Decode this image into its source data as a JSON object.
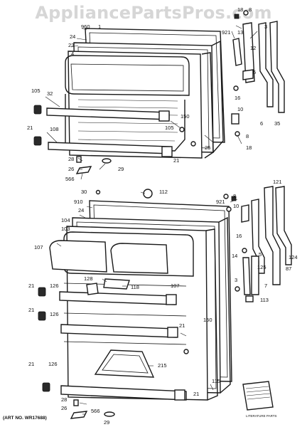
{
  "watermark": "AppliancePartsPros.com",
  "art_number": "(ART NO. WR17688)",
  "upper_callouts": [
    "18",
    "8",
    "960",
    "1",
    "3",
    "24",
    "921",
    "13",
    "23",
    "4",
    "12",
    "105",
    "32",
    "5",
    "16",
    "150",
    "10",
    "6",
    "35",
    "8",
    "21",
    "108",
    "105",
    "25",
    "18",
    "28",
    "26",
    "29",
    "21",
    "566"
  ],
  "lower_callouts": [
    "30",
    "112",
    "910",
    "24",
    "921",
    "8",
    "10",
    "121",
    "104",
    "103",
    "16",
    "107",
    "5",
    "124",
    "14",
    "125",
    "87",
    "128",
    "118",
    "107",
    "21",
    "126",
    "3",
    "7",
    "113",
    "21",
    "126",
    "21",
    "150",
    "21",
    "126",
    "215",
    "115",
    "28",
    "26",
    "566",
    "29",
    "21"
  ],
  "literature_label": "LITERATURE PARTS"
}
